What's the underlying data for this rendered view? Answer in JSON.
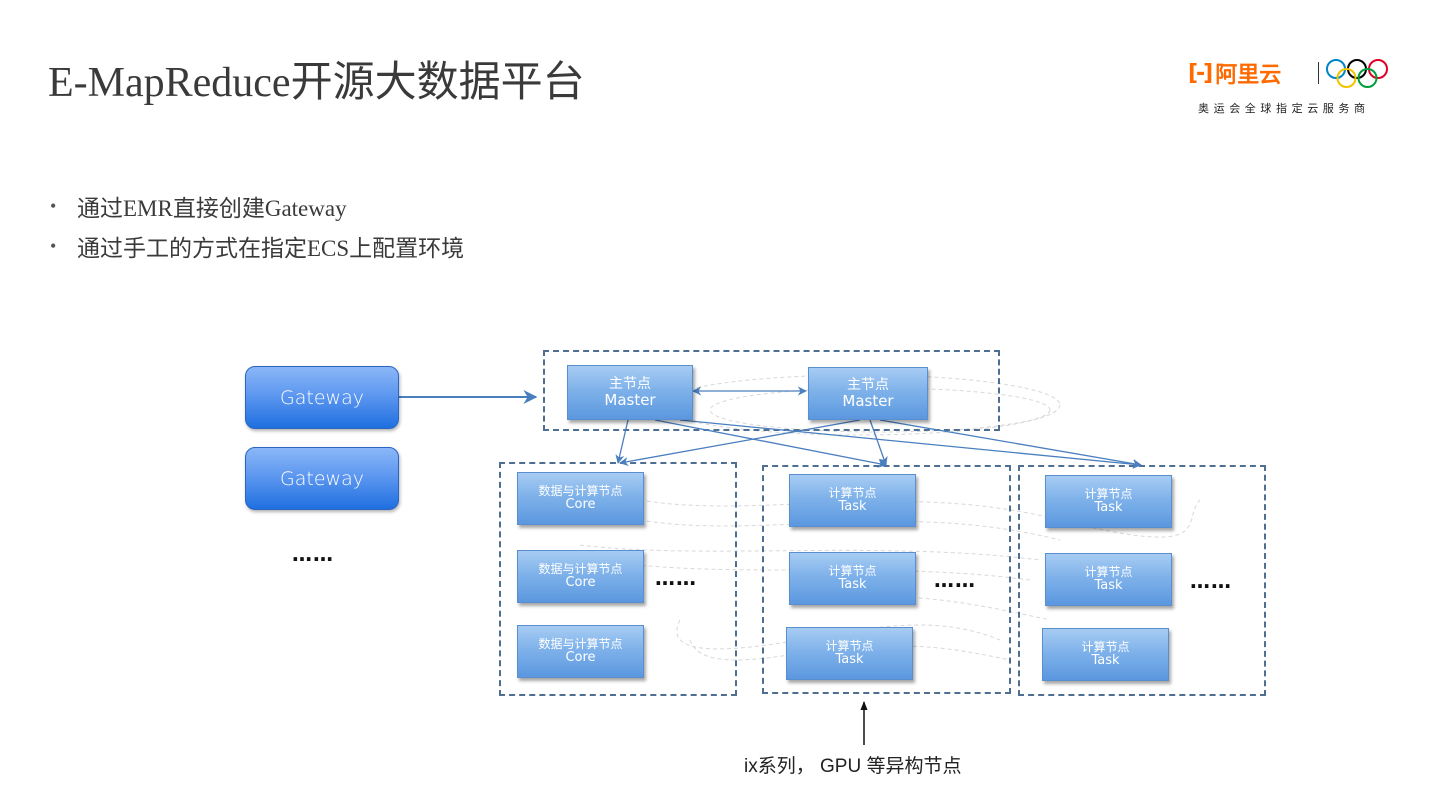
{
  "slide": {
    "title": "E-MapReduce开源大数据平台",
    "logo": {
      "brand_bracket": "[-]",
      "brand_name": "阿里云",
      "tagline": "奥运会全球指定云服务商",
      "ring_colors": [
        "#0085c7",
        "#000000",
        "#df0024",
        "#f4c300",
        "#009f3d"
      ],
      "brand_color": "#ff6a00"
    },
    "bullets": [
      "通过EMR直接创建Gateway",
      "通过手工的方式在指定ECS上配置环境"
    ],
    "bullet_symbol": "•"
  },
  "diagram": {
    "gateways": [
      {
        "label": "Gateway"
      },
      {
        "label": "Gateway"
      }
    ],
    "gateway_more": "……",
    "master_group": {
      "nodes": [
        {
          "line1": "主节点",
          "line2": "Master"
        },
        {
          "line1": "主节点",
          "line2": "Master"
        }
      ]
    },
    "core_group": {
      "nodes": [
        {
          "line1": "数据与计算节点",
          "line2": "Core"
        },
        {
          "line1": "数据与计算节点",
          "line2": "Core"
        },
        {
          "line1": "数据与计算节点",
          "line2": "Core"
        }
      ],
      "more": "……"
    },
    "task_group_1": {
      "nodes": [
        {
          "line1": "计算节点",
          "line2": "Task"
        },
        {
          "line1": "计算节点",
          "line2": "Task"
        },
        {
          "line1": "计算节点",
          "line2": "Task"
        }
      ],
      "more": "……"
    },
    "task_group_2": {
      "nodes": [
        {
          "line1": "计算节点",
          "line2": "Task"
        },
        {
          "line1": "计算节点",
          "line2": "Task"
        },
        {
          "line1": "计算节点",
          "line2": "Task"
        }
      ],
      "more": "……"
    },
    "caption": "ix系列， GPU 等异构节点",
    "colors": {
      "connector": "#4a7fbf",
      "group_border": "#4f6f92",
      "node_fill": "#7fb2ea",
      "gateway_fill": "#2f7be6"
    }
  }
}
